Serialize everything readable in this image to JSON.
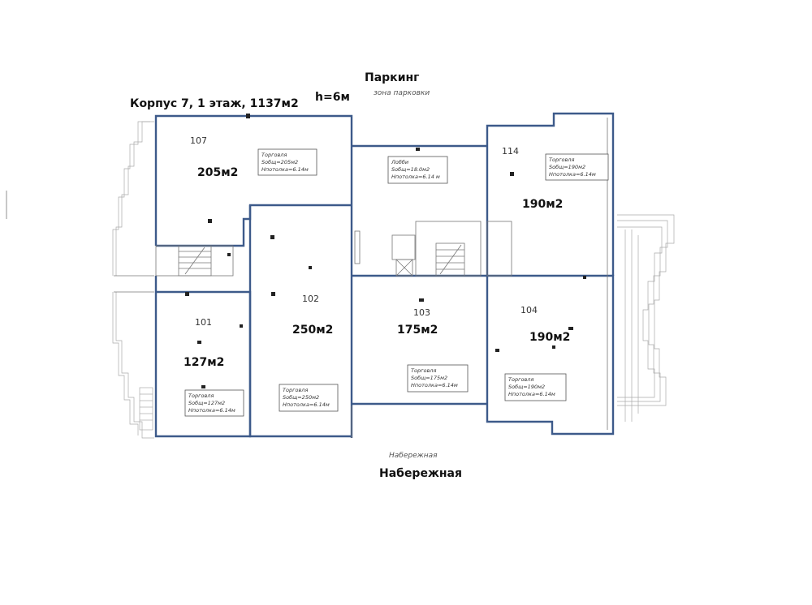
{
  "header": {
    "building_title": "Корпус 7, 1 этаж, 1137м2",
    "height": "h=6м",
    "parking_label": "Паркинг",
    "parking_zone": "зона парковки"
  },
  "footer": {
    "embankment_small": "Набережная",
    "embankment_large": "Набережная"
  },
  "rooms": [
    {
      "number": "107",
      "area_label": "205м2",
      "note": [
        "Торговля",
        "Sобщ=205м2",
        "Hпотолка=6.14м"
      ]
    },
    {
      "number": "114",
      "area_label": "190м2",
      "note": [
        "Торговля",
        "Sобщ=190м2",
        "Hпотолка=6.14м"
      ]
    },
    {
      "number": "",
      "area_label": "",
      "note": [
        "Лобби",
        "Sобщ=18.0м2",
        "Hпотолка=6.14 м"
      ]
    },
    {
      "number": "101",
      "area_label": "127м2",
      "note": [
        "Торговля",
        "Sобщ=127м2",
        "Hпотолка=6.14м"
      ]
    },
    {
      "number": "102",
      "area_label": "250м2",
      "note": [
        "Торговля",
        "Sобщ=250м2",
        "Hпотолка=6.14м"
      ]
    },
    {
      "number": "103",
      "area_label": "175м2",
      "note": [
        "Торговля",
        "Sобщ=175м2",
        "Hпотолка=6.14м"
      ]
    },
    {
      "number": "104",
      "area_label": "190м2",
      "note": [
        "Торговля",
        "Sобщ=190м2",
        "Hпотолка=6.14м"
      ]
    }
  ]
}
